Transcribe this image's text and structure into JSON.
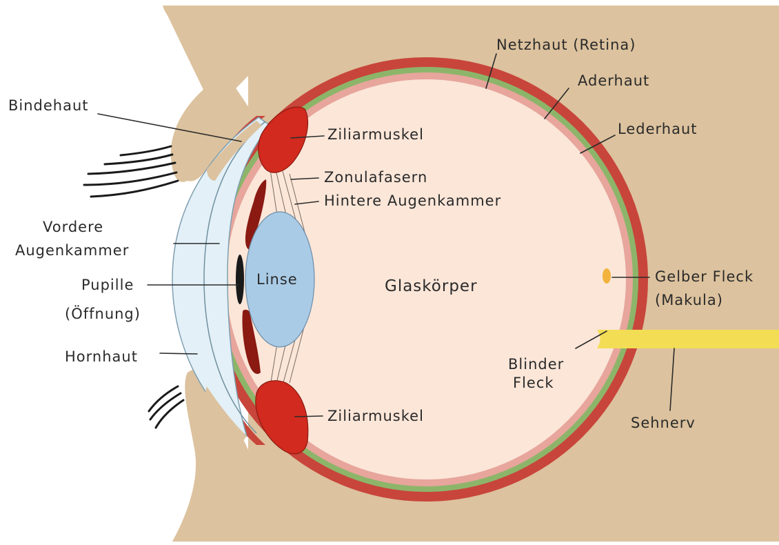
{
  "colors": {
    "skin": "#dcc29e",
    "eyeball": "#fbe6d8",
    "sclera": "#c8453b",
    "choroid": "#8db56a",
    "retina": "#e7a59c",
    "muscle": "#d22a1e",
    "iris": "#8a1a12",
    "lens": "#a9cbe6",
    "cornea": "#e3f0f7",
    "nerve": "#f3dd55",
    "macula": "#f2b23b",
    "ink": "#2a2a2a"
  },
  "labels": {
    "netzhaut": "Netzhaut (Retina)",
    "aderhaut": "Aderhaut",
    "lederhaut": "Lederhaut",
    "bindehaut": "Bindehaut",
    "ziliarmuskel_top": "Ziliarmuskel",
    "zonulafasern": "Zonulafasern",
    "hintere_augenkammer": "Hintere Augenkammer",
    "vordere_line1": "Vordere",
    "vordere_line2": "Augenkammer",
    "linse": "Linse",
    "glaskoerper": "Glaskörper",
    "pupille_line1": "Pupille",
    "pupille_line2": "(Öffnung)",
    "hornhaut": "Hornhaut",
    "gelber_line1": "Gelber Fleck",
    "gelber_line2": "(Makula)",
    "blinder_line1": "Blinder",
    "blinder_line2": "Fleck",
    "ziliarmuskel_bottom": "Ziliarmuskel",
    "sehnerv": "Sehnerv"
  }
}
